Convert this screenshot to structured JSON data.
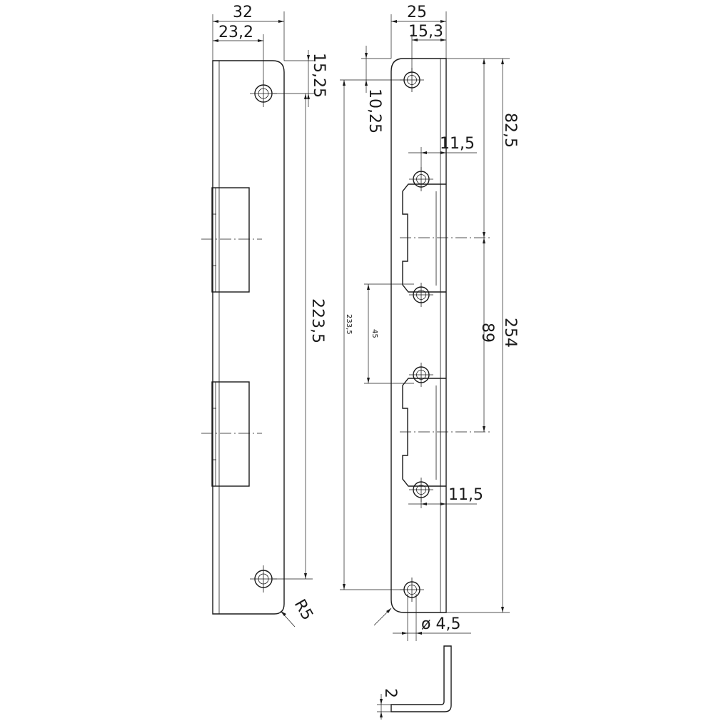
{
  "dimensions": {
    "left_width": "32",
    "left_hole_offset": "23,2",
    "left_top_hole": "15,25",
    "left_hole_spacing": "223,5",
    "corner_radius": "R5",
    "right_width": "25",
    "right_hole_offset": "15,3",
    "right_top_hole": "10,25",
    "hole_spacing_outer": "233,5",
    "recess_height": "45",
    "offset_top": "11,5",
    "offset_bottom": "11,5",
    "height_top": "82,5",
    "center_spacing": "89",
    "total_length": "254",
    "hole_diameter": "ø 4,5",
    "thickness": "2"
  }
}
